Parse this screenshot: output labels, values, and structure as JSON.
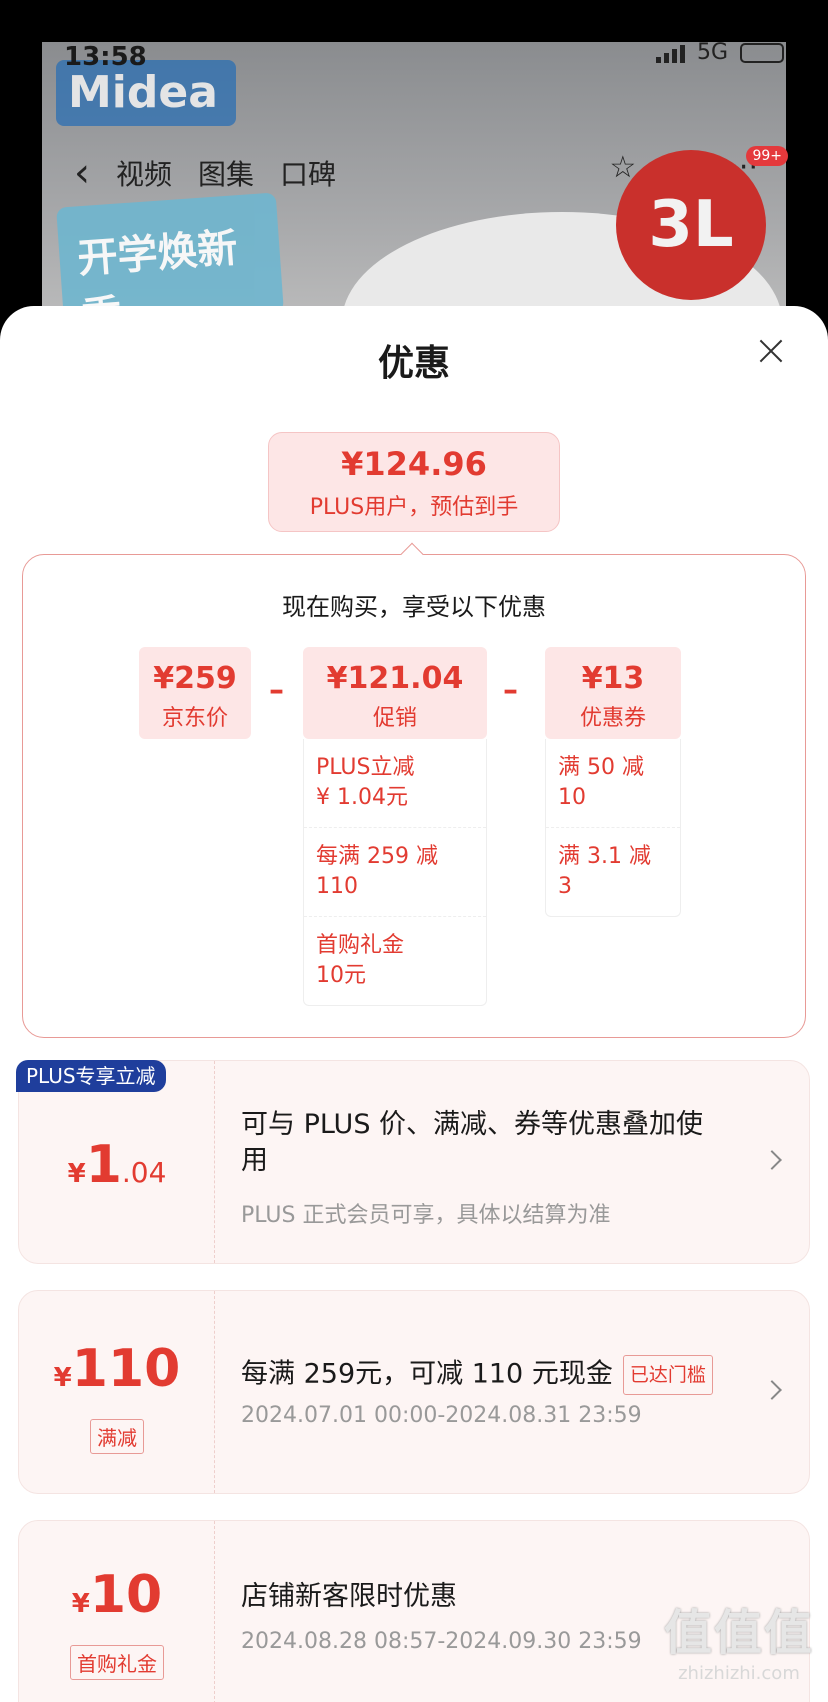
{
  "status": {
    "time": "13:58",
    "network": "5G"
  },
  "product_bg": {
    "logo": "Midea",
    "nav_tabs": [
      "视频",
      "图集",
      "口碑"
    ],
    "badge": "99+",
    "promo_text": "开学焕新季",
    "capacity": "3L"
  },
  "sheet": {
    "title": "优惠",
    "estimate": {
      "amount": "¥124.96",
      "label": "PLUS用户，预估到手"
    },
    "calc_title": "现在购买，享受以下优惠",
    "jd_price": {
      "value": "¥259",
      "name": "京东价"
    },
    "promo": {
      "value": "¥121.04",
      "name": "促销",
      "items": [
        "PLUS立减\n¥ 1.04元",
        "每满 259 减 110",
        "首购礼金\n10元"
      ]
    },
    "coupon": {
      "value": "¥13",
      "name": "优惠券",
      "items": [
        "满 50 减 10",
        "满 3.1 减 3"
      ]
    },
    "cards": [
      {
        "badge": "PLUS专享立减",
        "currency": "¥",
        "amount_int": "1",
        "amount_dec": ".04",
        "main": "可与 PLUS 价、满减、券等优惠叠加使用",
        "sub": "PLUS 正式会员可享，具体以结算为准"
      },
      {
        "currency": "¥",
        "amount_int": "110",
        "tag": "满减",
        "main": "每满 259元，可减 110 元现金",
        "reached": "已达门槛",
        "sub": "2024.07.01 00:00-2024.08.31 23:59"
      },
      {
        "currency": "¥",
        "amount_int": "10",
        "tag": "首购礼金",
        "main": "店铺新客限时优惠",
        "sub": "2024.08.28 08:57-2024.09.30 23:59"
      }
    ]
  },
  "watermark": {
    "brand": "值值值",
    "url": "zhizhizhi.com"
  }
}
